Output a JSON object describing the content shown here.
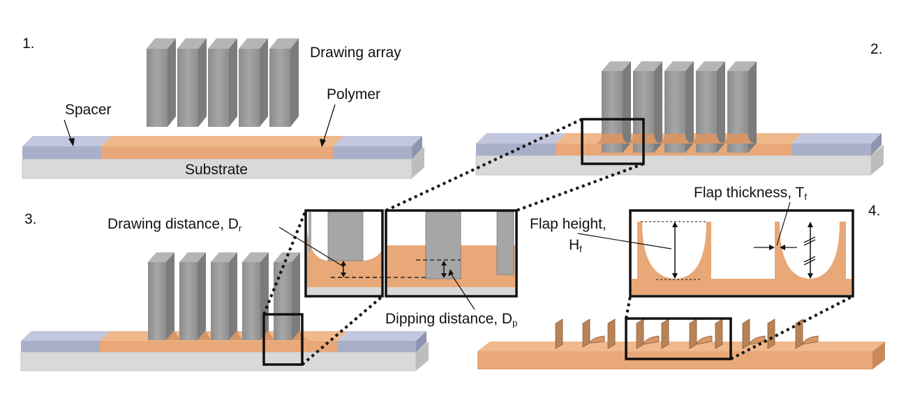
{
  "steps": [
    "1.",
    "2.",
    "3.",
    "4."
  ],
  "labels": {
    "drawing_array": "Drawing array",
    "polymer": "Polymer",
    "spacer": "Spacer",
    "substrate": "Substrate",
    "drawing_distance": "Drawing distance, D",
    "drawing_distance_sub": "r",
    "dipping_distance": "Dipping distance, D",
    "dipping_distance_sub": "p",
    "flap_thickness": "Flap thickness, T",
    "flap_thickness_sub": "f",
    "flap_height_line1": "Flap height,",
    "flap_height_line2": "H",
    "flap_height_sub": "f"
  },
  "colors": {
    "polymer": "#e8a878",
    "polymer_dark": "#c98a58",
    "spacer": "#a9aec9",
    "substrate": "#d9d9d9",
    "pillar": "#9a9a9a",
    "pillar_side": "#7a7a7a"
  }
}
